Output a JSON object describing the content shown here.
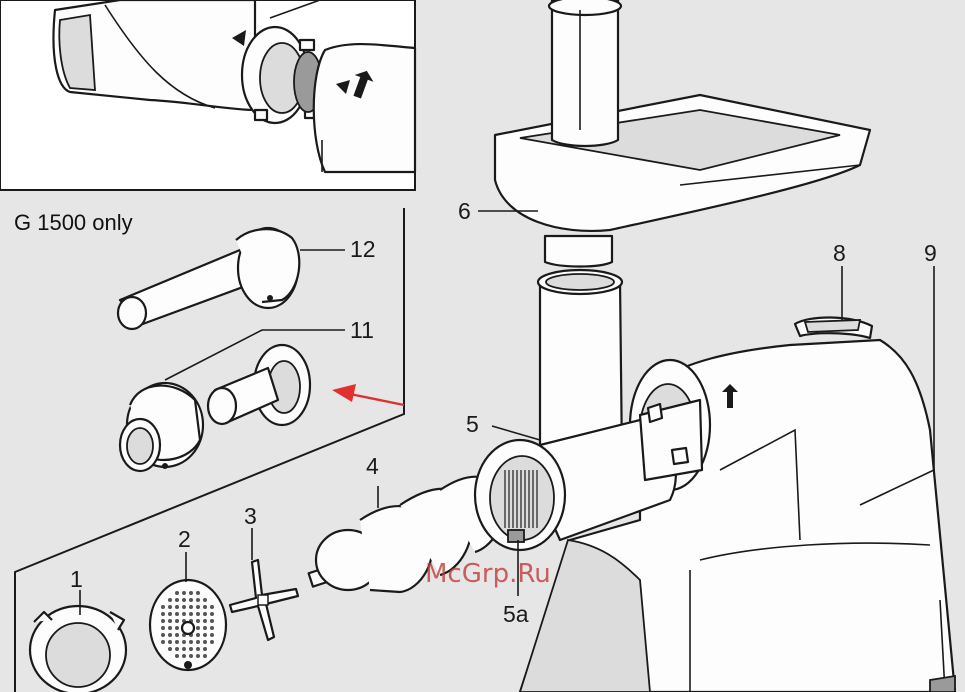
{
  "note": "G 1500 only",
  "watermark": "McGrp.Ru",
  "labels": {
    "l1": "1",
    "l2": "2",
    "l3": "3",
    "l4": "4",
    "l5": "5",
    "l5a": "5a",
    "l6": "6",
    "l8": "8",
    "l9": "9",
    "l11": "11",
    "l12": "12"
  },
  "colors": {
    "background": "#e6e6e6",
    "panel": "#ffffff",
    "arrow": "#e03030"
  }
}
